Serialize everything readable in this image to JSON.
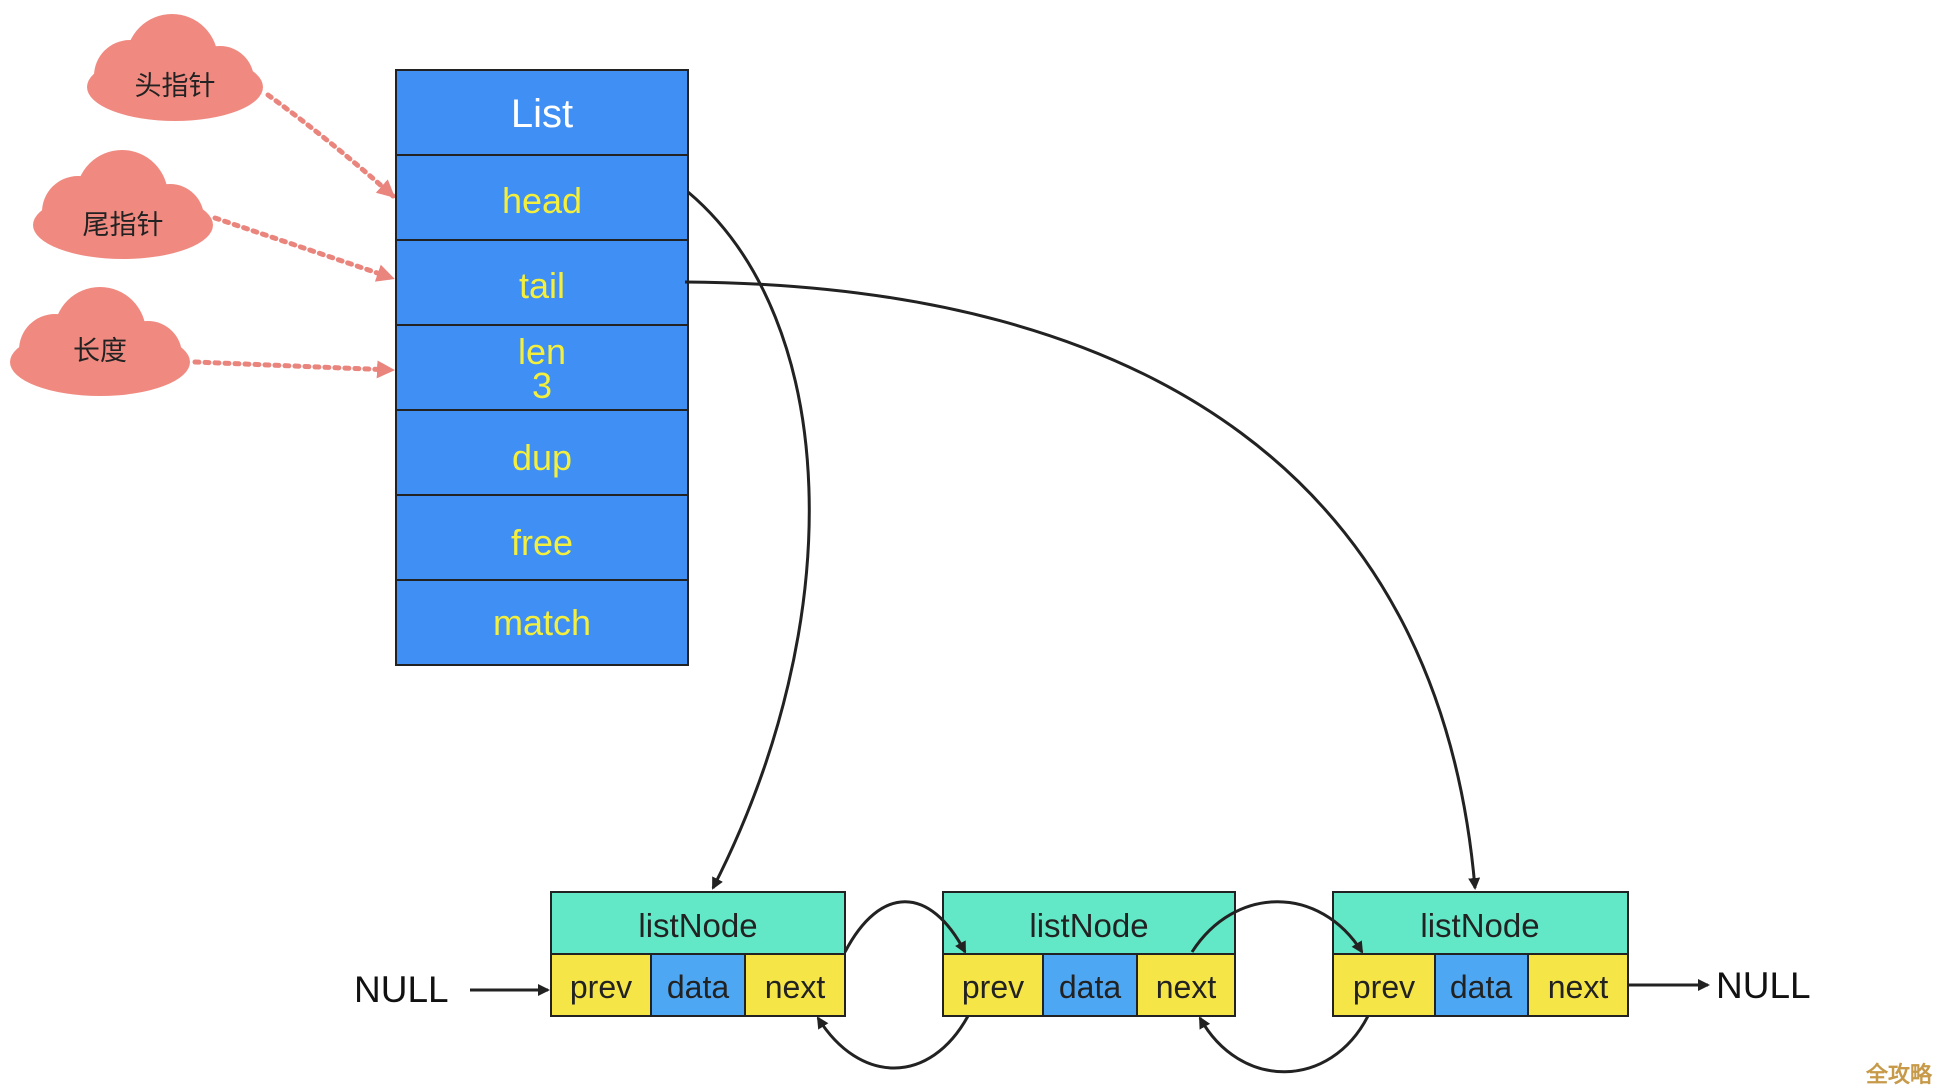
{
  "pointer_labels": [
    "头指针",
    "尾指针",
    "长度"
  ],
  "list_struct": {
    "title": "List",
    "fields": [
      {
        "name": "head"
      },
      {
        "name": "tail"
      },
      {
        "name": "len",
        "value": "3"
      },
      {
        "name": "dup"
      },
      {
        "name": "free"
      },
      {
        "name": "match"
      }
    ]
  },
  "nodes": [
    {
      "title": "listNode",
      "fields": [
        "prev",
        "data",
        "next"
      ]
    },
    {
      "title": "listNode",
      "fields": [
        "prev",
        "data",
        "next"
      ]
    },
    {
      "title": "listNode",
      "fields": [
        "prev",
        "data",
        "next"
      ]
    }
  ],
  "null_left": "NULL",
  "null_right": "NULL",
  "watermark": "全攻略",
  "colors": {
    "cloud": "#f08a80",
    "cloud_arrow": "#ea857e",
    "list_fill": "#3f8ff4",
    "list_text": "#f3ef3c",
    "node_header": "#62e8c6",
    "pointer_field": "#f6e547",
    "data_field": "#4ea7f2",
    "stroke": "#222222"
  }
}
